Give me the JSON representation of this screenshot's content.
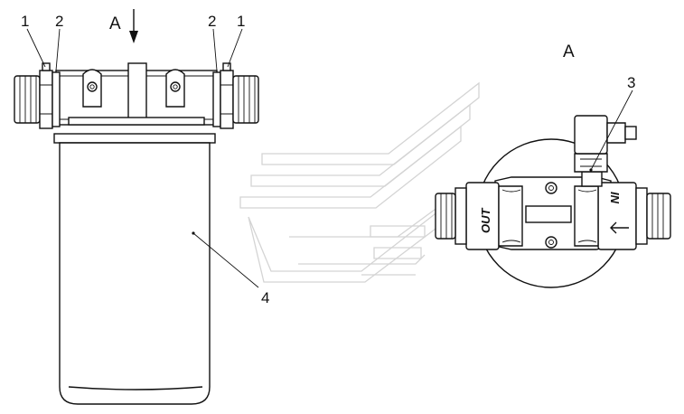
{
  "labels": {
    "part_1_left": "1",
    "part_2_left": "2",
    "part_2_right": "2",
    "part_1_right": "1",
    "part_3": "3",
    "part_4": "4",
    "view_arrow": "A",
    "view_title": "A"
  },
  "ports": {
    "outlet": "OUT",
    "inlet": "IN"
  },
  "colors": {
    "line": "#111111",
    "watermark": "#d4d4d4",
    "background": "#ffffff"
  }
}
